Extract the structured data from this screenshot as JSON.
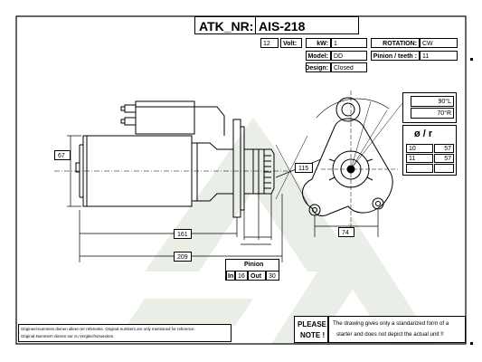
{
  "header": {
    "atk_label": "ATK_NR:",
    "atk_value": "AIS-218"
  },
  "specs": {
    "volt_value": "12",
    "volt_label": "Volt:",
    "kw_label": "kW:",
    "kw_value": "1",
    "rotation_label": "ROTATION:",
    "rotation_value": "CW",
    "model_label": "Model:",
    "model_value": "DD",
    "pinion_teeth_label": "Pinion / teeth :",
    "pinion_teeth_value": "11",
    "design_label": "Design:",
    "design_value": "Closed"
  },
  "angles": {
    "left": "90°L",
    "right": "70°R"
  },
  "holes": {
    "header": "ø / r",
    "rows": [
      {
        "d": "10",
        "r": "57"
      },
      {
        "d": "11",
        "r": "57"
      }
    ]
  },
  "dimensions": {
    "height": "67",
    "flange_to_end": "161",
    "overall_length": "209",
    "mount_offset": "115",
    "bolt_spacing": "74"
  },
  "pinion": {
    "title": "Pinion",
    "in_label": "In",
    "in_value": "16",
    "out_label": "Out",
    "out_value": "30"
  },
  "footer": {
    "disclaimer_line1": "Origineel-nummers dienen alleen ter referentie. Original-numbers are only mentioned for reference.",
    "disclaimer_line2": "Original-Nummern dienen nur zu Vergleichszwecken.",
    "please_label": "PLEASE",
    "note_label": "NOTE !",
    "note_line1": "The drawing gives only a standarized form of a",
    "note_line2": "starter and does not depict the actual unit !!"
  },
  "colors": {
    "line": "#000000",
    "watermark": "#e8ede4",
    "frame_background": "#ffffff"
  }
}
